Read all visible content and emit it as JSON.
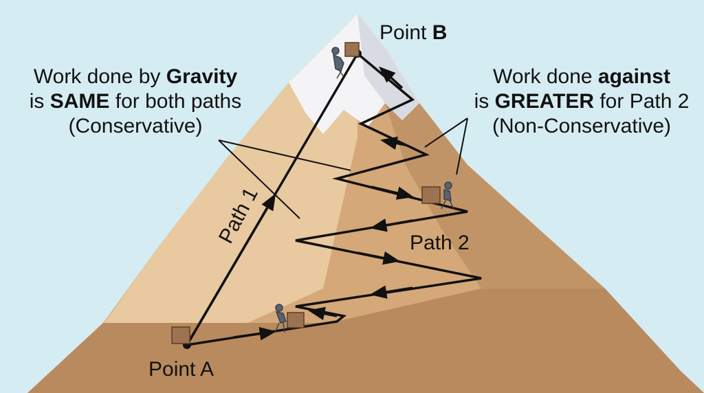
{
  "labels": {
    "point_b_prefix": "Point ",
    "point_b_bold": "B",
    "point_a": "Point A",
    "path_1": "Path 1",
    "path_2": "Path 2"
  },
  "gravity_note": {
    "line1_prefix": "Work done by ",
    "line1_bold": "Gravity",
    "line2_prefix": "is ",
    "line2_bold": "SAME",
    "line2_suffix": " for both paths",
    "line3": "(Conservative)"
  },
  "friction_note": {
    "line1_prefix": "Work done ",
    "line1_bold": "against",
    "line2_prefix": "is ",
    "line2_bold": "GREATER",
    "line2_suffix": " for Path 2",
    "line3": "(Non-Conservative)"
  },
  "colors": {
    "sky": "#d6ecf3",
    "mountain_light": "#e8c9a0",
    "mountain_mid": "#d4a878",
    "mountain_dark": "#b98a5e",
    "snow": "#f4f4f6",
    "figure": "#5a6470",
    "box": "#9c7250"
  },
  "icons": [
    "climber-icon",
    "box-icon"
  ]
}
